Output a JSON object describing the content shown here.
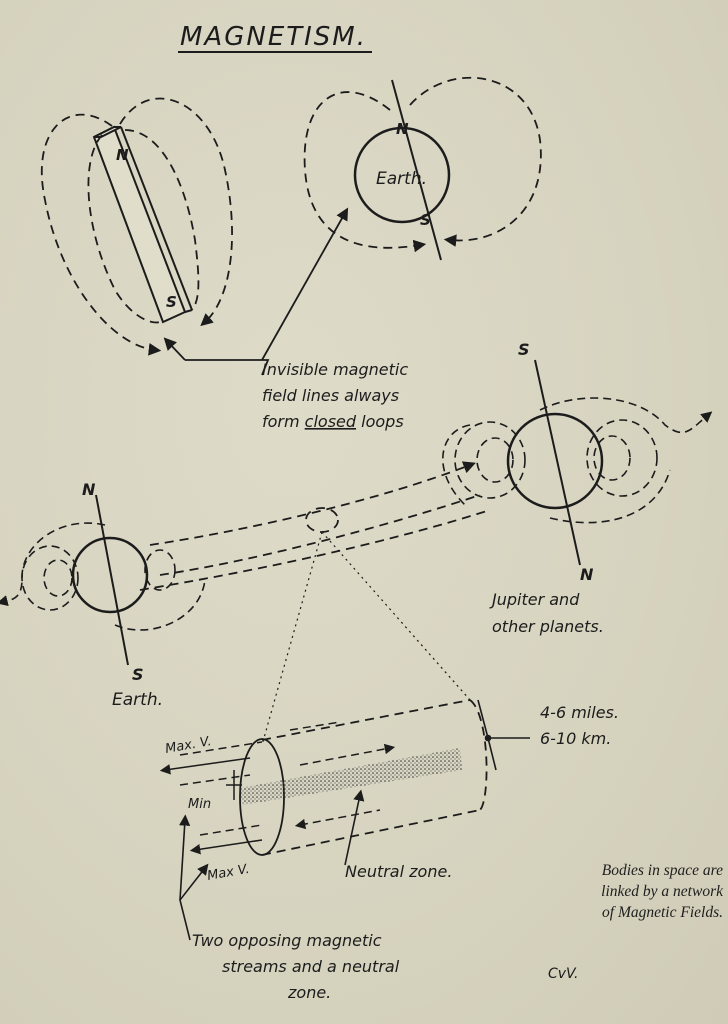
{
  "title": "MAGNETISM.",
  "labels": {
    "bar_n": "N",
    "bar_s": "S",
    "earth_top_text": "Earth.",
    "earth_top_n": "N",
    "earth_top_s": "S",
    "field_lines_1": "Invisible magnetic",
    "field_lines_2": "field lines always",
    "field_lines_3a": "form ",
    "field_lines_3b": "closed",
    "field_lines_3c": " loops",
    "jupiter_s": "S",
    "jupiter_n": "N",
    "jupiter_1": "Jupiter and",
    "jupiter_2": "other planets.",
    "earth_left_n": "N",
    "earth_left_s": "S",
    "earth_left": "Earth.",
    "max_v_top": "Max. V.",
    "min": "Min",
    "max_v_bottom": "Max V.",
    "width_1": "4-6 miles.",
    "width_2": "6-10 km.",
    "neutral_zone": "Neutral zone.",
    "streams_1": "Two opposing magnetic",
    "streams_2": "streams and a neutral",
    "streams_3": "zone.",
    "signature": "CvV."
  },
  "caption": {
    "line1": "Bodies in space are",
    "line2": "linked by a network",
    "line3": "of Magnetic Fields."
  }
}
